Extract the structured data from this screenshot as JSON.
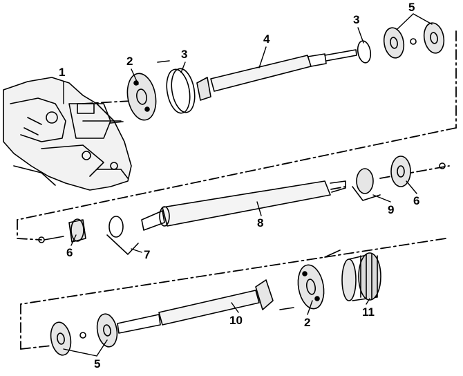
{
  "diagram": {
    "callouts": [
      "1",
      "2",
      "3",
      "4",
      "3",
      "5",
      "9",
      "6",
      "8",
      "6",
      "7",
      "10",
      "2",
      "11",
      "5"
    ]
  },
  "colors": {
    "ink": "#000000",
    "paper": "#ffffff",
    "shade": "#d9d9d9"
  }
}
